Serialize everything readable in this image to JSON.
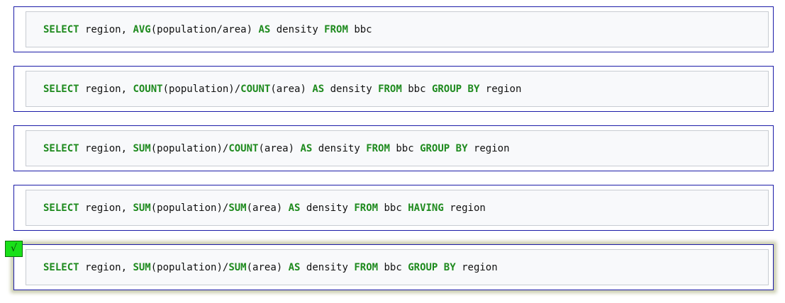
{
  "options": [
    {
      "selected": false,
      "tokens": [
        {
          "t": "SELECT",
          "kw": true
        },
        {
          "t": " region, ",
          "kw": false
        },
        {
          "t": "AVG",
          "kw": true
        },
        {
          "t": "(population/area) ",
          "kw": false
        },
        {
          "t": "AS",
          "kw": true
        },
        {
          "t": " density ",
          "kw": false
        },
        {
          "t": "FROM",
          "kw": true
        },
        {
          "t": " bbc",
          "kw": false
        }
      ]
    },
    {
      "selected": false,
      "tokens": [
        {
          "t": "SELECT",
          "kw": true
        },
        {
          "t": " region, ",
          "kw": false
        },
        {
          "t": "COUNT",
          "kw": true
        },
        {
          "t": "(population)/",
          "kw": false
        },
        {
          "t": "COUNT",
          "kw": true
        },
        {
          "t": "(area) ",
          "kw": false
        },
        {
          "t": "AS",
          "kw": true
        },
        {
          "t": " density ",
          "kw": false
        },
        {
          "t": "FROM",
          "kw": true
        },
        {
          "t": " bbc ",
          "kw": false
        },
        {
          "t": "GROUP BY",
          "kw": true
        },
        {
          "t": " region",
          "kw": false
        }
      ]
    },
    {
      "selected": false,
      "tokens": [
        {
          "t": "SELECT",
          "kw": true
        },
        {
          "t": " region, ",
          "kw": false
        },
        {
          "t": "SUM",
          "kw": true
        },
        {
          "t": "(population)/",
          "kw": false
        },
        {
          "t": "COUNT",
          "kw": true
        },
        {
          "t": "(area) ",
          "kw": false
        },
        {
          "t": "AS",
          "kw": true
        },
        {
          "t": " density ",
          "kw": false
        },
        {
          "t": "FROM",
          "kw": true
        },
        {
          "t": " bbc ",
          "kw": false
        },
        {
          "t": "GROUP BY",
          "kw": true
        },
        {
          "t": " region",
          "kw": false
        }
      ]
    },
    {
      "selected": false,
      "tokens": [
        {
          "t": "SELECT",
          "kw": true
        },
        {
          "t": " region, ",
          "kw": false
        },
        {
          "t": "SUM",
          "kw": true
        },
        {
          "t": "(population)/",
          "kw": false
        },
        {
          "t": "SUM",
          "kw": true
        },
        {
          "t": "(area) ",
          "kw": false
        },
        {
          "t": "AS",
          "kw": true
        },
        {
          "t": " density ",
          "kw": false
        },
        {
          "t": "FROM",
          "kw": true
        },
        {
          "t": " bbc ",
          "kw": false
        },
        {
          "t": "HAVING",
          "kw": true
        },
        {
          "t": " region",
          "kw": false
        }
      ]
    },
    {
      "selected": true,
      "tokens": [
        {
          "t": "SELECT",
          "kw": true
        },
        {
          "t": " region, ",
          "kw": false
        },
        {
          "t": "SUM",
          "kw": true
        },
        {
          "t": "(population)/",
          "kw": false
        },
        {
          "t": "SUM",
          "kw": true
        },
        {
          "t": "(area) ",
          "kw": false
        },
        {
          "t": "AS",
          "kw": true
        },
        {
          "t": " density ",
          "kw": false
        },
        {
          "t": "FROM",
          "kw": true
        },
        {
          "t": " bbc ",
          "kw": false
        },
        {
          "t": "GROUP BY",
          "kw": true
        },
        {
          "t": " region",
          "kw": false
        }
      ]
    }
  ],
  "check_badge": {
    "glyph": "√",
    "icon": "checkmark-icon"
  },
  "colors": {
    "keyword": "#1e8a1e",
    "option_border": "#1c1ca8",
    "code_bg": "#f8f9fb",
    "badge_bg": "#19e019",
    "selected_glow": "#c9cbae"
  }
}
